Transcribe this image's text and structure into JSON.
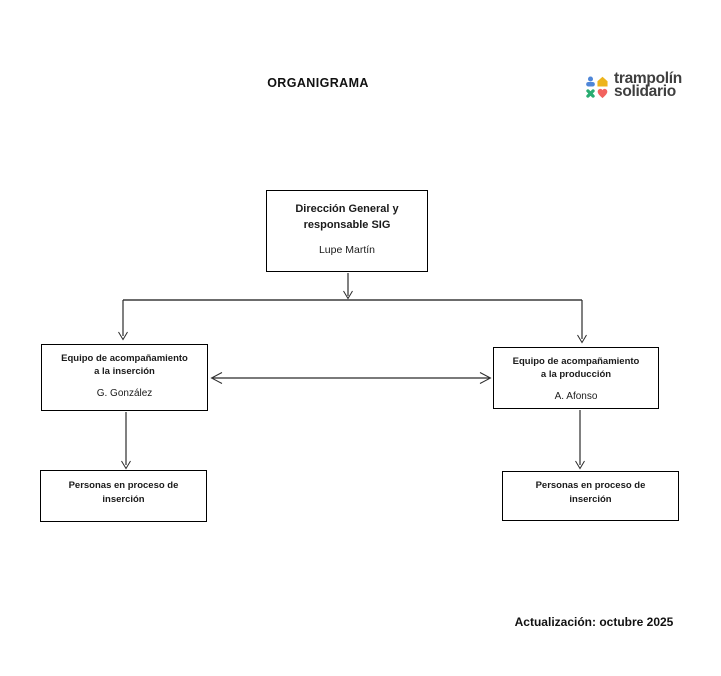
{
  "page": {
    "title": "ORGANIGRAMA",
    "background_color": "#ffffff"
  },
  "logo": {
    "name_line1": "trampolín",
    "name_line2": "solidario",
    "text_color": "#3F3F3F",
    "icon_colors": {
      "person": "#4E86D8",
      "house": "#EDB41C",
      "puzzle": "#29AC71",
      "heart": "#F2625E"
    }
  },
  "orgchart": {
    "line_color": "#2b2b2b",
    "nodes": {
      "direccion": {
        "title_line1": "Dirección General y",
        "title_line2": "responsable SIG",
        "person": "Lupe Martín"
      },
      "insercion": {
        "title_line1": "Equipo de acompañamiento",
        "title_line2": "a la inserción",
        "person": "G. González"
      },
      "produccion": {
        "title_line1": "Equipo de acompañamiento",
        "title_line2": "a la producción",
        "person": "A. Afonso"
      },
      "personas_insercion": {
        "title_line1": "Personas en proceso de",
        "title_line2": "inserción"
      },
      "personas_produccion": {
        "title_line1": "Personas en proceso de",
        "title_line2": "inserción"
      }
    }
  },
  "footer": {
    "update_text": "Actualización: octubre 2025"
  }
}
